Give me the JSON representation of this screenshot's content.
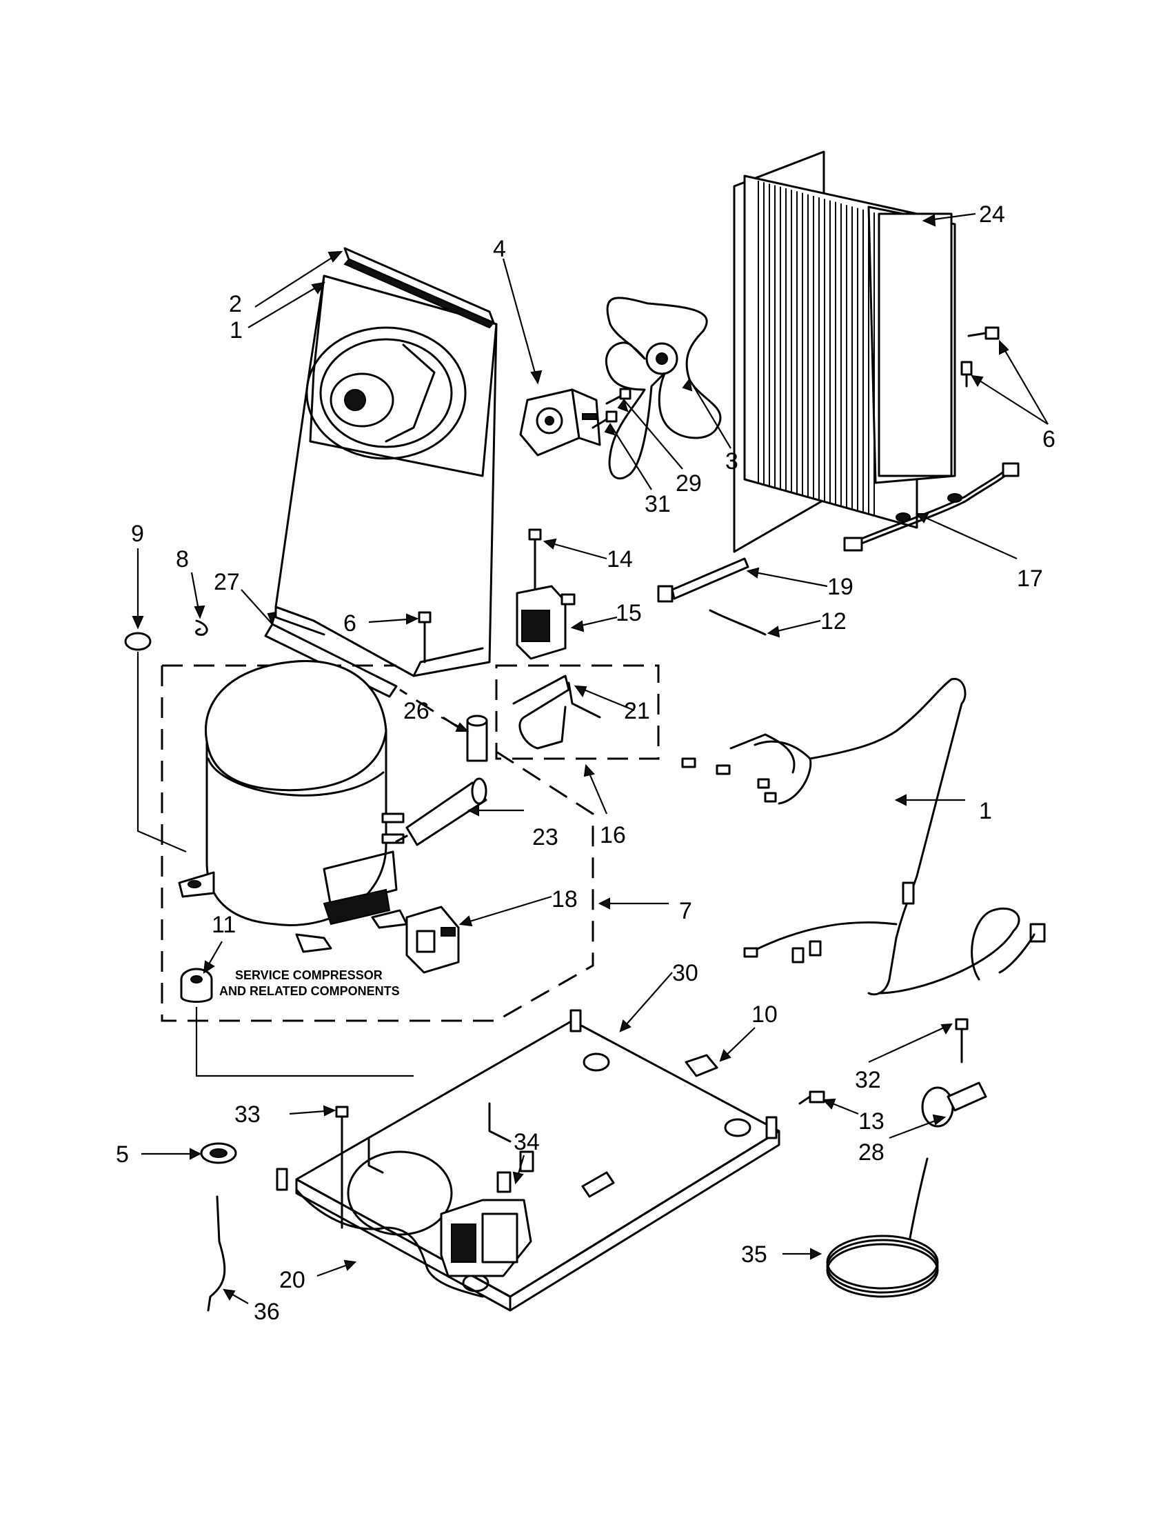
{
  "note": {
    "line1": "SERVICE COMPRESSOR",
    "line2": "AND RELATED COMPONENTS"
  },
  "callouts": [
    {
      "id": "c2",
      "text": "2"
    },
    {
      "id": "c1a",
      "text": "1"
    },
    {
      "id": "c4",
      "text": "4"
    },
    {
      "id": "c24",
      "text": "24"
    },
    {
      "id": "c6a",
      "text": "6"
    },
    {
      "id": "c3",
      "text": "3"
    },
    {
      "id": "c29",
      "text": "29"
    },
    {
      "id": "c31",
      "text": "31"
    },
    {
      "id": "c9",
      "text": "9"
    },
    {
      "id": "c8",
      "text": "8"
    },
    {
      "id": "c27",
      "text": "27"
    },
    {
      "id": "c14",
      "text": "14"
    },
    {
      "id": "c15",
      "text": "15"
    },
    {
      "id": "c6b",
      "text": "6"
    },
    {
      "id": "c17",
      "text": "17"
    },
    {
      "id": "c19",
      "text": "19"
    },
    {
      "id": "c12",
      "text": "12"
    },
    {
      "id": "c26",
      "text": "26"
    },
    {
      "id": "c21",
      "text": "21"
    },
    {
      "id": "c23",
      "text": "23"
    },
    {
      "id": "c16",
      "text": "16"
    },
    {
      "id": "c1b",
      "text": "1"
    },
    {
      "id": "c18",
      "text": "18"
    },
    {
      "id": "c7",
      "text": "7"
    },
    {
      "id": "c11",
      "text": "11"
    },
    {
      "id": "c30",
      "text": "30"
    },
    {
      "id": "c10",
      "text": "10"
    },
    {
      "id": "c32",
      "text": "32"
    },
    {
      "id": "c33",
      "text": "33"
    },
    {
      "id": "c13",
      "text": "13"
    },
    {
      "id": "c34",
      "text": "34"
    },
    {
      "id": "c28",
      "text": "28"
    },
    {
      "id": "c5",
      "text": "5"
    },
    {
      "id": "c35",
      "text": "35"
    },
    {
      "id": "c20",
      "text": "20"
    },
    {
      "id": "c36",
      "text": "36"
    }
  ]
}
